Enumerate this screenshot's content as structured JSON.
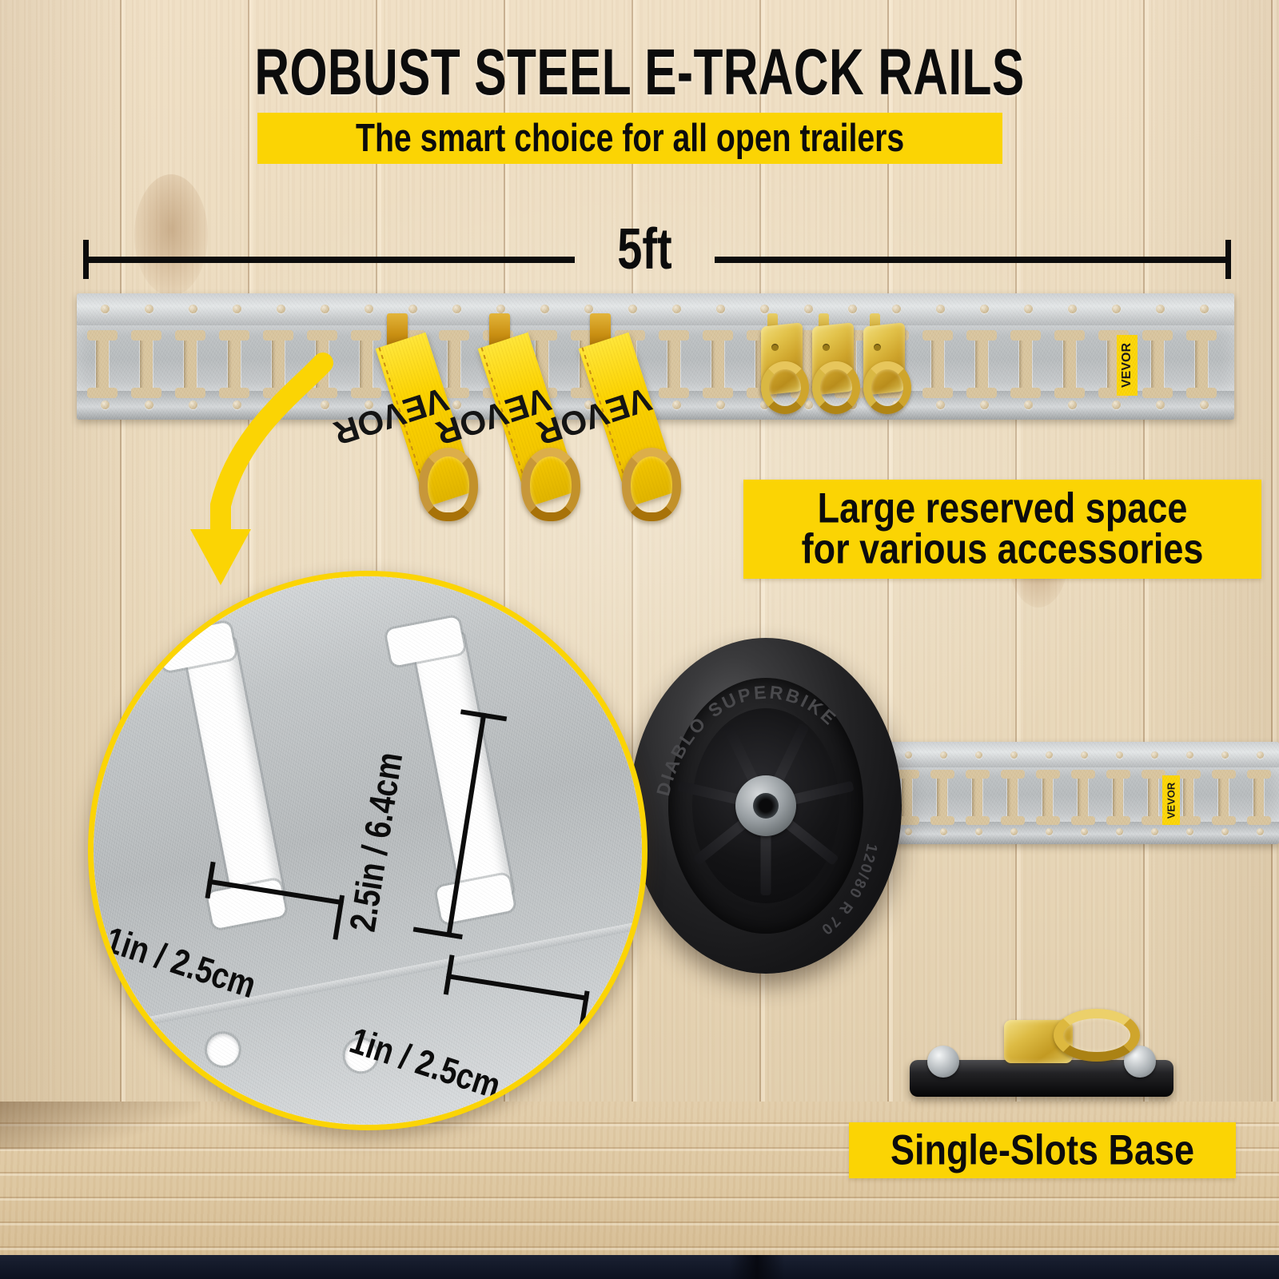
{
  "headline": "ROBUST STEEL E-TRACK RAILS",
  "subheadline": "The smart choice for all open trailers",
  "dimension": {
    "length_label": "5ft"
  },
  "callouts": [
    {
      "id": "reserved-space",
      "line1": "Large reserved space",
      "line2": "for various accessories"
    },
    {
      "id": "single-slots-base",
      "line1": "Single-Slots Base"
    }
  ],
  "magnifier": {
    "measurements": [
      {
        "id": "slot-width-left",
        "label": "1in / 2.5cm"
      },
      {
        "id": "slot-height",
        "label": "2.5in / 6.4cm"
      },
      {
        "id": "slot-width-right",
        "label": "1in / 2.5cm"
      }
    ]
  },
  "brand": {
    "name": "VEVOR",
    "strap_logo": "VEVOR"
  },
  "tire": {
    "model": "DIABLO SUPERBIKE",
    "size": "120/80 R 70"
  },
  "colors": {
    "accent_yellow": "#FBD404",
    "text_black": "#0C0C0C",
    "rail_steel": "#C4C7C9",
    "gold_hardware": "#CFA52C",
    "wood_wall": "#ECDCC0"
  }
}
